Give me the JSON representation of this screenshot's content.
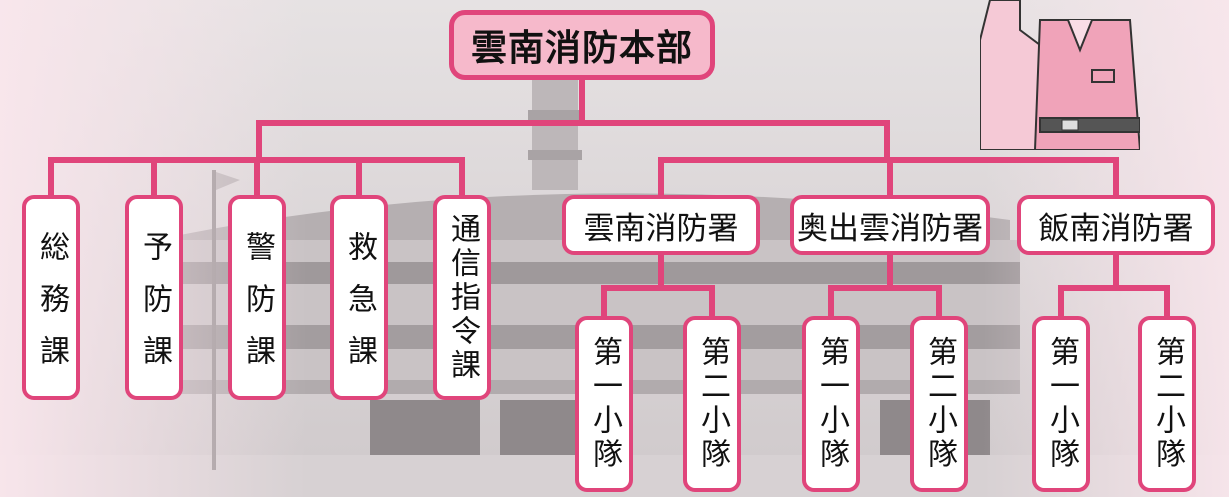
{
  "colors": {
    "line": "#e0457b",
    "hq_fill": "#f6b9cb",
    "box_fill": "#ffffff"
  },
  "diagram": {
    "hq": {
      "label": "雲南消防本部"
    },
    "sections": [
      {
        "label": "総務課"
      },
      {
        "label": "予防課"
      },
      {
        "label": "警防課"
      },
      {
        "label": "救急課"
      },
      {
        "label": "通信指令課"
      }
    ],
    "stations": [
      {
        "label": "雲南消防署",
        "units": [
          {
            "label": "第一小隊"
          },
          {
            "label": "第二小隊"
          }
        ]
      },
      {
        "label": "奥出雲消防署",
        "units": [
          {
            "label": "第一小隊"
          },
          {
            "label": "第二小隊"
          }
        ]
      },
      {
        "label": "飯南消防署",
        "units": [
          {
            "label": "第一小隊"
          },
          {
            "label": "第二小隊"
          }
        ]
      }
    ]
  },
  "illustration": {
    "icon": "firefighter-saluting-icon"
  },
  "background": {
    "icon": "fire-station-building-photo"
  }
}
